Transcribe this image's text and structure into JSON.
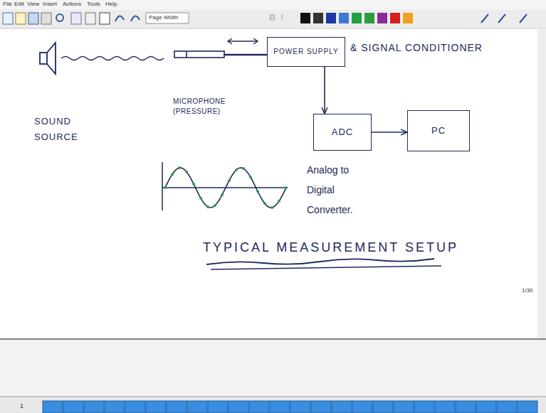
{
  "diagram": {
    "caption": "TYPICAL MEASUREMENT SETUP",
    "nodes": [
      {
        "text": [
          "POWER SUPPLY",
          "& SIGNAL CONDITIONER"
        ]
      },
      {
        "text": [
          "ADC",
          "Analog to Digital Converter."
        ]
      },
      {
        "text": [
          "PC"
        ]
      }
    ],
    "edges": [
      {
        "from": 0,
        "to": 1,
        "arrow": "to"
      },
      {
        "from": 1,
        "to": 2,
        "arrow": "to"
      }
    ],
    "labels": [
      "File",
      "Edit",
      "View",
      "Insert",
      "Actions",
      "Tools",
      "Help",
      "Page Width",
      "B",
      "I",
      "SOUND SOURCE",
      "MICROPHONE (PRESSURE)",
      "1/30",
      "1"
    ]
  }
}
